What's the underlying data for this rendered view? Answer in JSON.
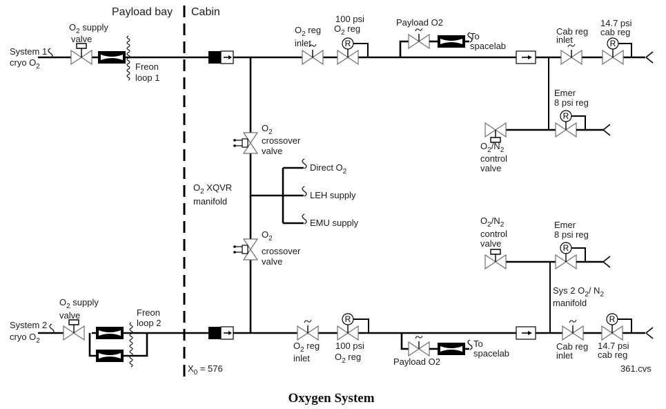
{
  "diagram": {
    "title": "Oxygen System",
    "file_ref": "361.cvs",
    "zones": {
      "left": "Payload bay",
      "right": "Cabin"
    },
    "bulkhead_label": {
      "base": "X",
      "sub": "0",
      "rest": " = 576"
    },
    "system1": {
      "source_line1": "System 1",
      "source_line2_base": "cryo O",
      "source_line2_sub": "2",
      "supply_valve": {
        "line1_base": "O",
        "line1_sub": "2",
        "line1_rest": " supply",
        "line2": "valve"
      },
      "freon": {
        "line1": "Freon",
        "line2": "loop 1"
      },
      "reg_inlet": {
        "line1_base": "O",
        "line1_sub": "2",
        "line1_rest": " reg",
        "line2": "inlet"
      },
      "reg_100": {
        "line1": "100 psi",
        "line2_base": "O",
        "line2_sub": "2",
        "line2_rest": " reg"
      },
      "payload": "Payload O2",
      "to_spacelab": {
        "line1": "To",
        "line2": "spacelab"
      },
      "cab_reg_inlet": {
        "line1": "Cab reg",
        "line2": "inlet"
      },
      "cab_reg": {
        "line1": "14.7 psi",
        "line2": "cab reg"
      },
      "emer_reg": {
        "line1": "Emer",
        "line2": "8 psi reg"
      },
      "control_valve": {
        "line1_a": "O",
        "line1_sub1": "2",
        "line1_b": "/N",
        "line1_sub2": "2",
        "line2": "control",
        "line3": "valve"
      }
    },
    "crossover": {
      "valve_upper": {
        "line1_base": "O",
        "line1_sub": "2",
        "line2": "crossover",
        "line3": "valve"
      },
      "valve_lower": {
        "line1_base": "O",
        "line1_sub": "2",
        "line2": "crossover",
        "line3": "valve"
      },
      "manifold": {
        "line1_base": "O",
        "line1_sub": "2",
        "line1_rest": " XQVR",
        "line2": "manifold"
      },
      "outlets": [
        {
          "base": "Direct O",
          "sub": "2"
        },
        {
          "base": "LEH supply",
          "sub": ""
        },
        {
          "base": "EMU supply",
          "sub": ""
        }
      ]
    },
    "system2": {
      "source_line1": "System 2",
      "source_line2_base": "cryo O",
      "source_line2_sub": "2",
      "supply_valve": {
        "line1_base": "O",
        "line1_sub": "2",
        "line1_rest": " supply",
        "line2": "valve"
      },
      "freon": {
        "line1": "Freon",
        "line2": "loop 2"
      },
      "reg_inlet": {
        "line1_base": "O",
        "line1_sub": "2",
        "line1_rest": " reg",
        "line2": "inlet"
      },
      "reg_100": {
        "line1": "100 psi",
        "line2_base": "O",
        "line2_sub": "2",
        "line2_rest": " reg"
      },
      "payload": "Payload O2",
      "to_spacelab": {
        "line1": "To",
        "line2": "spacelab"
      },
      "cab_reg_inlet": {
        "line1": "Cab reg",
        "line2": "inlet"
      },
      "cab_reg": {
        "line1": "14.7 psi",
        "line2": "cab reg"
      },
      "emer_reg": {
        "line1": "Emer",
        "line2": "8 psi reg"
      },
      "control_valve": {
        "line1_a": "O",
        "line1_sub1": "2",
        "line1_b": "/N",
        "line1_sub2": "2",
        "line2": "control",
        "line3": "valve"
      },
      "manifold": {
        "line1_a": "Sys 2 O",
        "line1_sub1": "2",
        "line1_b": "/ N",
        "line1_sub2": "2",
        "line2": "manifold"
      }
    },
    "regulator_symbol": "R"
  }
}
